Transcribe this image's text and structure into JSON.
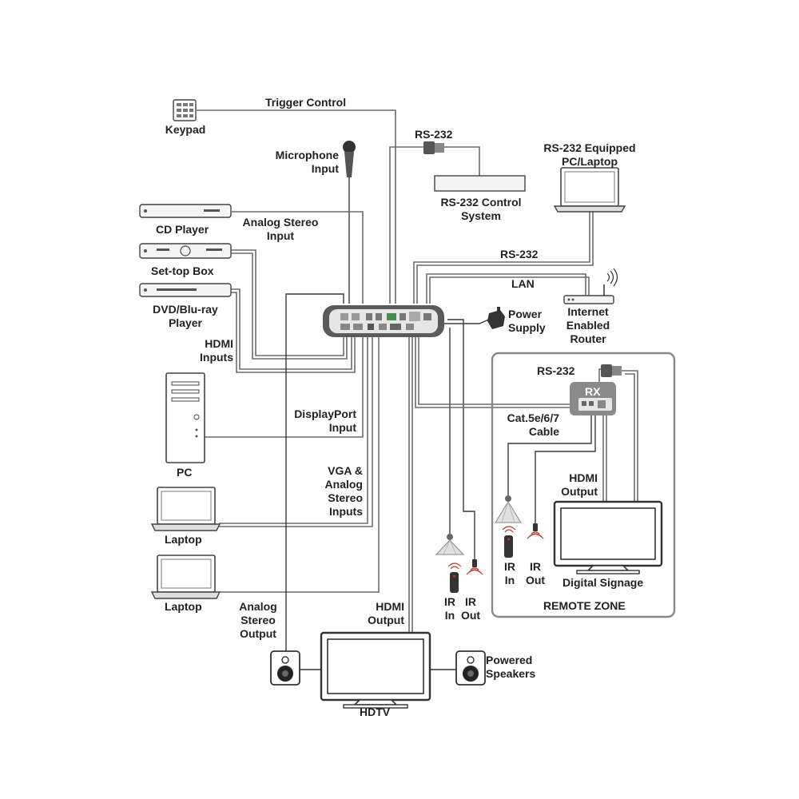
{
  "labels": {
    "keypad": "Keypad",
    "trigger_control": "Trigger Control",
    "rs232_top": "RS-232",
    "microphone": "Microphone\nInput",
    "rs232_control": "RS-232 Control\nSystem",
    "rs232_pc": "RS-232 Equipped\nPC/Laptop",
    "cd_player": "CD Player",
    "analog_stereo_input": "Analog Stereo\nInput",
    "set_top_box": "Set-top Box",
    "rs232_mid": "RS-232",
    "dvd_player": "DVD/Blu-ray\nPlayer",
    "lan": "LAN",
    "power_supply": "Power\nSupply",
    "router": "Internet\nEnabled\nRouter",
    "hdmi_inputs": "HDMI\nInputs",
    "rs232_rx": "RS-232",
    "rx": "RX",
    "pc": "PC",
    "displayport_input": "DisplayPort\nInput",
    "cat_cable": "Cat.5e/6/7\nCable",
    "vga_inputs": "VGA &\nAnalog\nStereo\nInputs",
    "hdmi_output_rx": "HDMI\nOutput",
    "laptop1": "Laptop",
    "ir_in_rx": "IR\nIn",
    "ir_out_rx": "IR\nOut",
    "digital_signage": "Digital Signage",
    "laptop2": "Laptop",
    "analog_stereo_output": "Analog\nStereo\nOutput",
    "hdmi_output": "HDMI\nOutput",
    "ir_in": "IR\nIn",
    "ir_out": "IR\nOut",
    "remote_zone": "REMOTE ZONE",
    "powered_speakers": "Powered\nSpeakers",
    "hdtv": "HDTV"
  },
  "icons": [
    "keypad-icon",
    "microphone-icon",
    "cd-player-icon",
    "set-top-box-icon",
    "dvd-player-icon",
    "pc-tower-icon",
    "laptop-icon",
    "rs232-control-system-icon",
    "router-icon",
    "power-adapter-icon",
    "transmitter-icon",
    "receiver-icon",
    "hdtv-icon",
    "digital-signage-icon",
    "speaker-icon",
    "ir-receiver-icon",
    "ir-emitter-icon",
    "remote-control-icon"
  ]
}
